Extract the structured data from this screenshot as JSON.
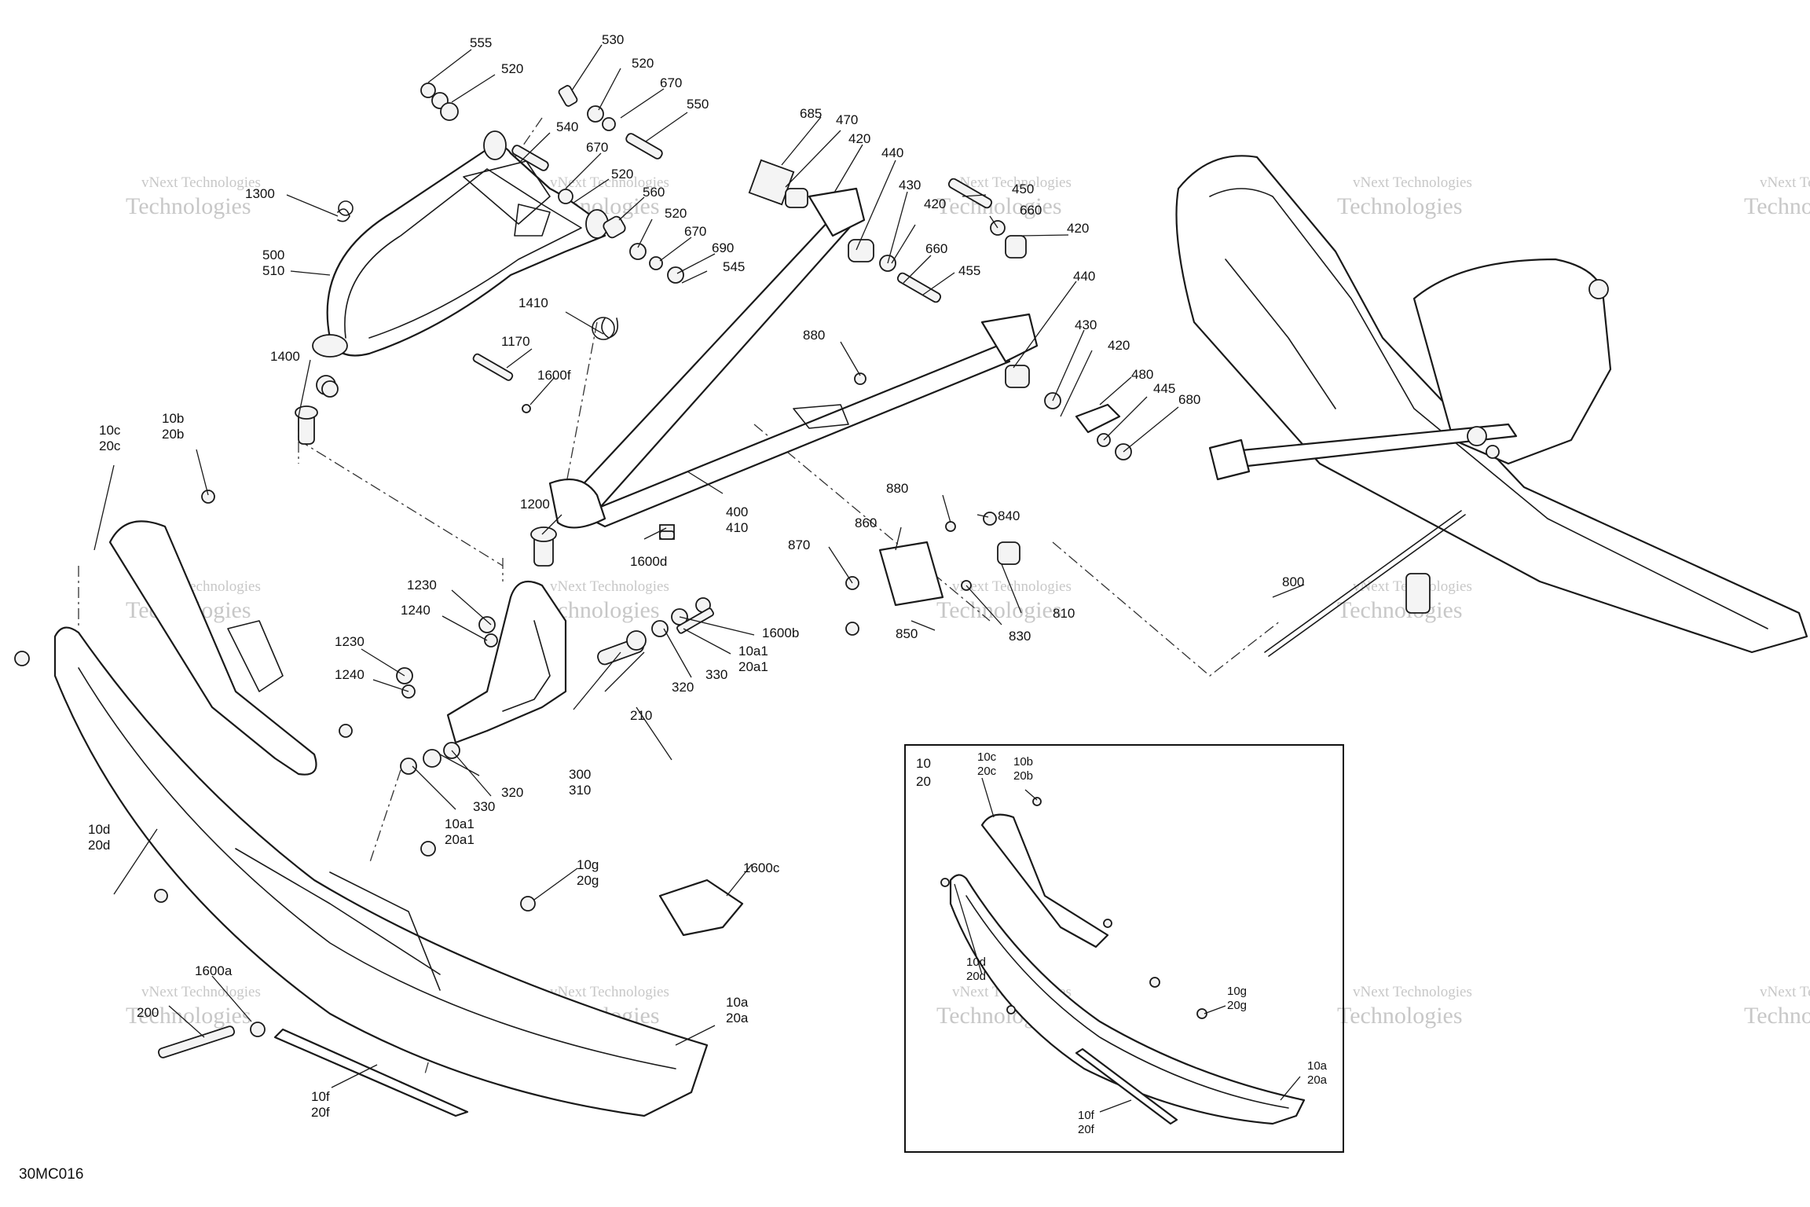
{
  "diagram_code": "30MC016",
  "watermark": {
    "line1": "vNext Technologies",
    "line2": "Technologies"
  },
  "inset_header": [
    "10",
    "20"
  ],
  "callouts": {
    "c555": "555",
    "c520a": "520",
    "c530": "530",
    "c520b": "520",
    "c670a": "670",
    "c550": "550",
    "c540": "540",
    "c670b": "670",
    "c520c": "520",
    "c560": "560",
    "c520d": "520",
    "c670c": "670",
    "c690": "690",
    "c545": "545",
    "c1300": "1300",
    "c500": [
      "500",
      "510"
    ],
    "c1410": "1410",
    "c1170": "1170",
    "c1600f": "1600f",
    "c1400": "1400",
    "c685": "685",
    "c470": "470",
    "c420a": "420",
    "c440a": "440",
    "c430a": "430",
    "c450": "450",
    "c660a": "660",
    "c420b": "420",
    "c420c": "420",
    "c660b": "660",
    "c455": "455",
    "c440b": "440",
    "c430b": "430",
    "c420d": "420",
    "c480": "480",
    "c445": "445",
    "c680": "680",
    "c880a": "880",
    "c400": [
      "400",
      "410"
    ],
    "c1200": "1200",
    "c1600d": "1600d",
    "c880b": "880",
    "c840": "840",
    "c860": "860",
    "c870": "870",
    "c810": "810",
    "c830": "830",
    "c850": "850",
    "c800": "800",
    "c10c": [
      "10c",
      "20c"
    ],
    "c10b": [
      "10b",
      "20b"
    ],
    "c1230a": "1230",
    "c1240a": "1240",
    "c1230b": "1230",
    "c1240b": "1240",
    "c1600b": "1600b",
    "c10a1a": [
      "10a1",
      "20a1"
    ],
    "c330a": "330",
    "c320a": "320",
    "c210": "210",
    "c300": [
      "300",
      "310"
    ],
    "c330b": "330",
    "c320b": "320",
    "c10a1b": [
      "10a1",
      "20a1"
    ],
    "c10d": [
      "10d",
      "20d"
    ],
    "c10g": [
      "10g",
      "20g"
    ],
    "c1600c": "1600c",
    "c1600a": "1600a",
    "c200": "200",
    "c10a": [
      "10a",
      "20a"
    ],
    "c10f": [
      "10f",
      "20f"
    ],
    "i10c": [
      "10c",
      "20c"
    ],
    "i10b": [
      "10b",
      "20b"
    ],
    "i10d": [
      "10d",
      "20d"
    ],
    "i10g": [
      "10g",
      "20g"
    ],
    "i10a": [
      "10a",
      "20a"
    ],
    "i10f": [
      "10f",
      "20f"
    ]
  }
}
